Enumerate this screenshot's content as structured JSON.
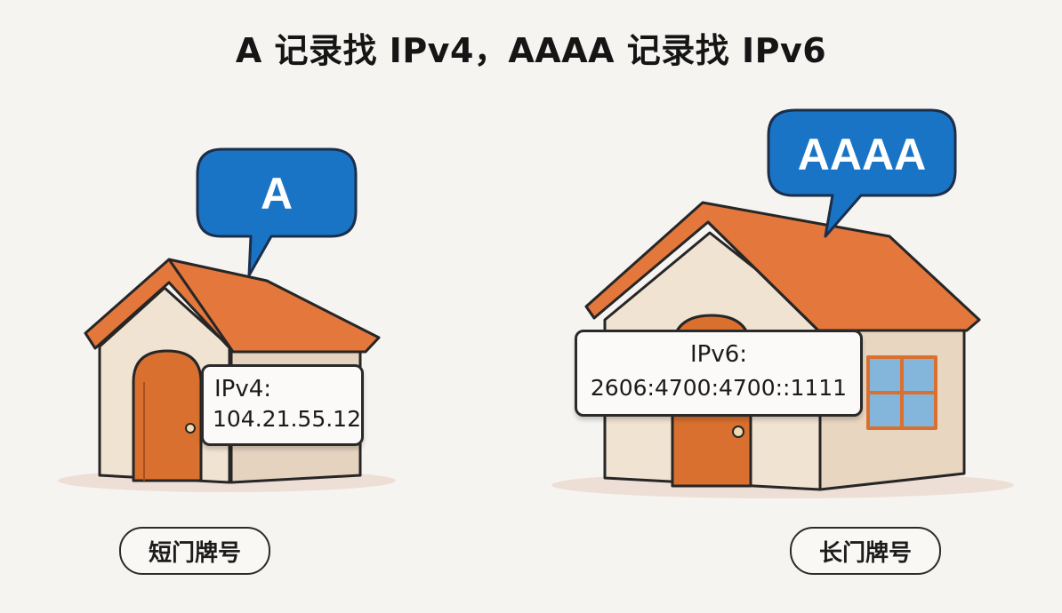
{
  "title": "A 记录找 IPv4，AAAA 记录找 IPv6",
  "left_house": {
    "bubble": "A",
    "ip_label": "IPv4:",
    "ip_value": "104.21.55.12",
    "caption": "短门牌号"
  },
  "right_house": {
    "bubble": "AAAA",
    "ip_label": "IPv6:",
    "ip_value": "2606:4700:4700::1111",
    "caption": "长门牌号"
  },
  "colors": {
    "bubble": "#1a74c6",
    "roof": "#e3773c",
    "wall": "#f1e3d1",
    "door": "#d9702f",
    "window": "#84b6dc",
    "background": "#f6f4f1"
  }
}
